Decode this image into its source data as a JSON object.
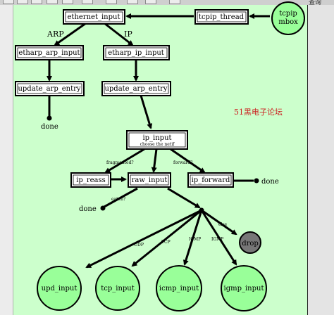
{
  "toolbar": {
    "text": "查询"
  },
  "diagram": {
    "watermark": "51黑电子论坛",
    "boxes": {
      "ethernet_input": "ethernet_input",
      "tcpip_thread": "tcpip_thread",
      "etharp_arp_input": "etharp_arp_input",
      "etharp_ip_input": "etharp_ip_input",
      "update_arp_entry_left": "update_arp_entry",
      "update_arp_entry_right": "update_arp_entry",
      "ip_input": "ip_input",
      "ip_input_sub": "choose the netif",
      "ip_reass": "ip_reass",
      "raw_input": "raw_input",
      "ip_forward": "ip_forward"
    },
    "circles": {
      "mbox_line1": "tcpip",
      "mbox_line2": "mbox",
      "drop": "drop",
      "udp_input": "upd_input",
      "tcp_input": "tcp_input",
      "icmp_input": "icmp_input",
      "igmp_input": "igmp_input"
    },
    "labels": {
      "arp": "ARP",
      "ip": "IP",
      "done_arp": "done",
      "fragmented": "fragmented?",
      "forward": "forward?",
      "done_forward": "done",
      "eaten": "eaten?",
      "done_raw": "done",
      "else": "else",
      "udp": "UDP",
      "tcp": "TCP",
      "icmp": "ICMP",
      "igmp": "IGMP"
    }
  }
}
